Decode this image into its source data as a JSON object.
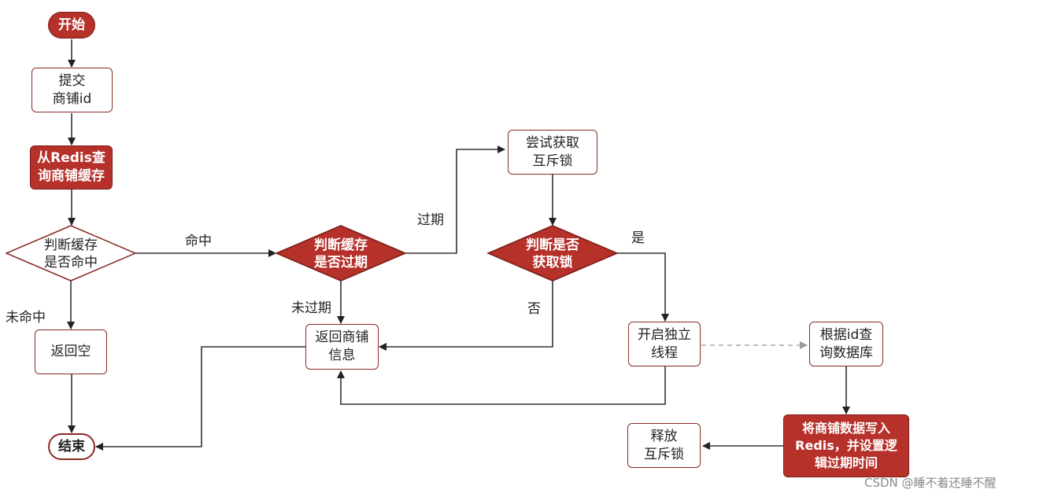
{
  "nodes": {
    "start": "开始",
    "submit": "提交\n商铺id",
    "query_redis": "从Redis查\n询商铺缓存",
    "check_hit": "判断缓存\n是否命中",
    "return_null": "返回空",
    "end": "结束",
    "check_expired": "判断缓存\n是否过期",
    "return_shop": "返回商铺\n信息",
    "try_lock": "尝试获取\n互斥锁",
    "check_lock": "判断是否\n获取锁",
    "start_thread": "开启独立\n线程",
    "query_db": "根据id查\n询数据库",
    "write_redis": "将商铺数据写入\nRedis，并设置逻\n辑过期时间",
    "release_lock": "释放\n互斥锁"
  },
  "edge_labels": {
    "hit": "命中",
    "miss": "未命中",
    "expired": "过期",
    "not_expired": "未过期",
    "yes": "是",
    "no": "否"
  },
  "watermark": "CSDN @睡不着还睡不醒",
  "colors": {
    "accent_red": "#b5312a",
    "border_red": "#8b2a25",
    "line": "#333333",
    "dashed_line": "#aaaaaa"
  }
}
